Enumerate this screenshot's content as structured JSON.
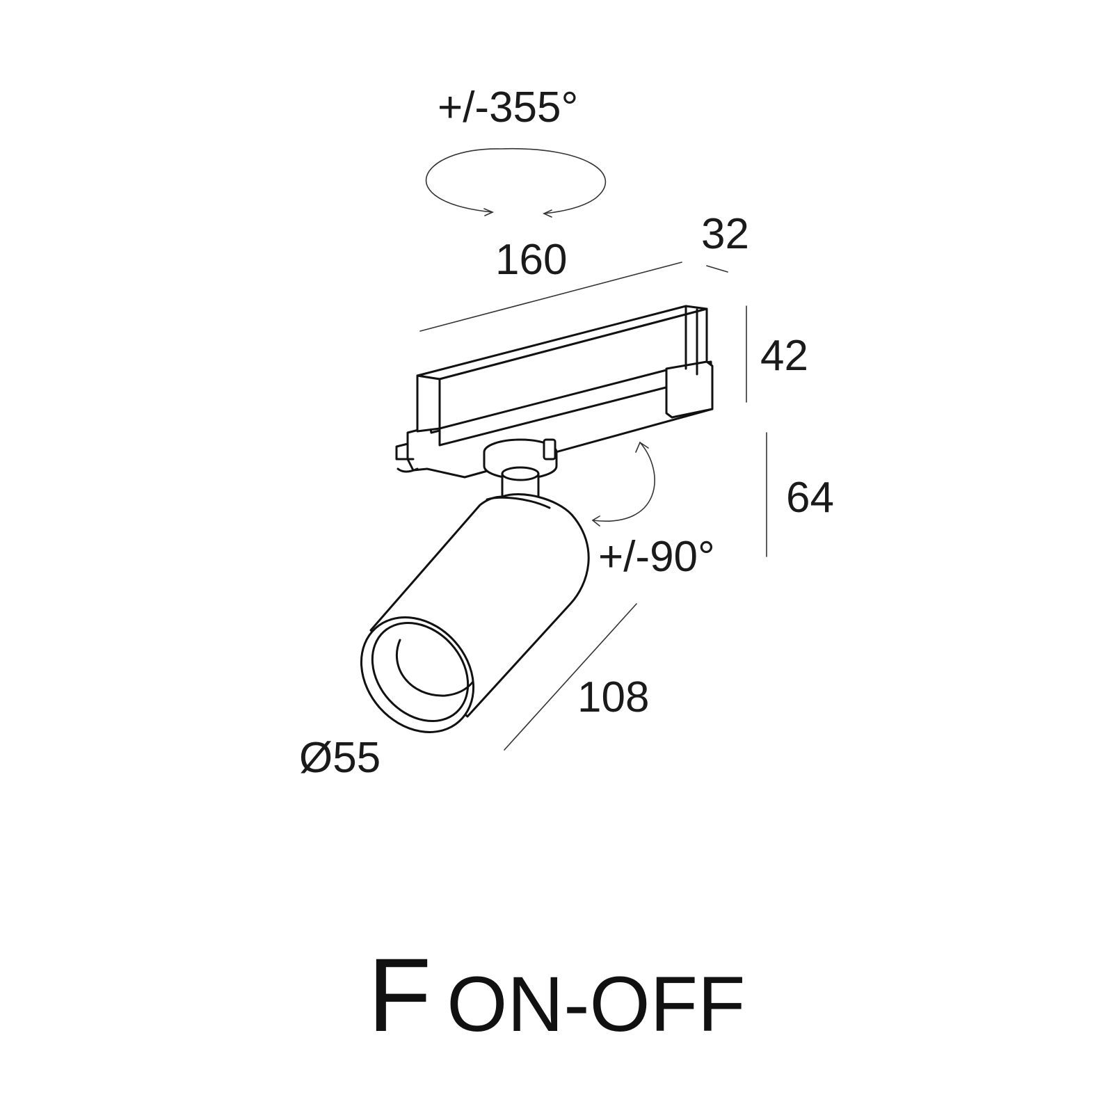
{
  "dimensions": {
    "rotation_horizontal": "+/-355°",
    "length": "160",
    "width": "32",
    "adapter_height": "42",
    "drop_height": "64",
    "tilt": "+/-90°",
    "body_length": "108",
    "diameter": "Ø55"
  },
  "title": {
    "letter": "F",
    "mode": "ON-OFF"
  }
}
